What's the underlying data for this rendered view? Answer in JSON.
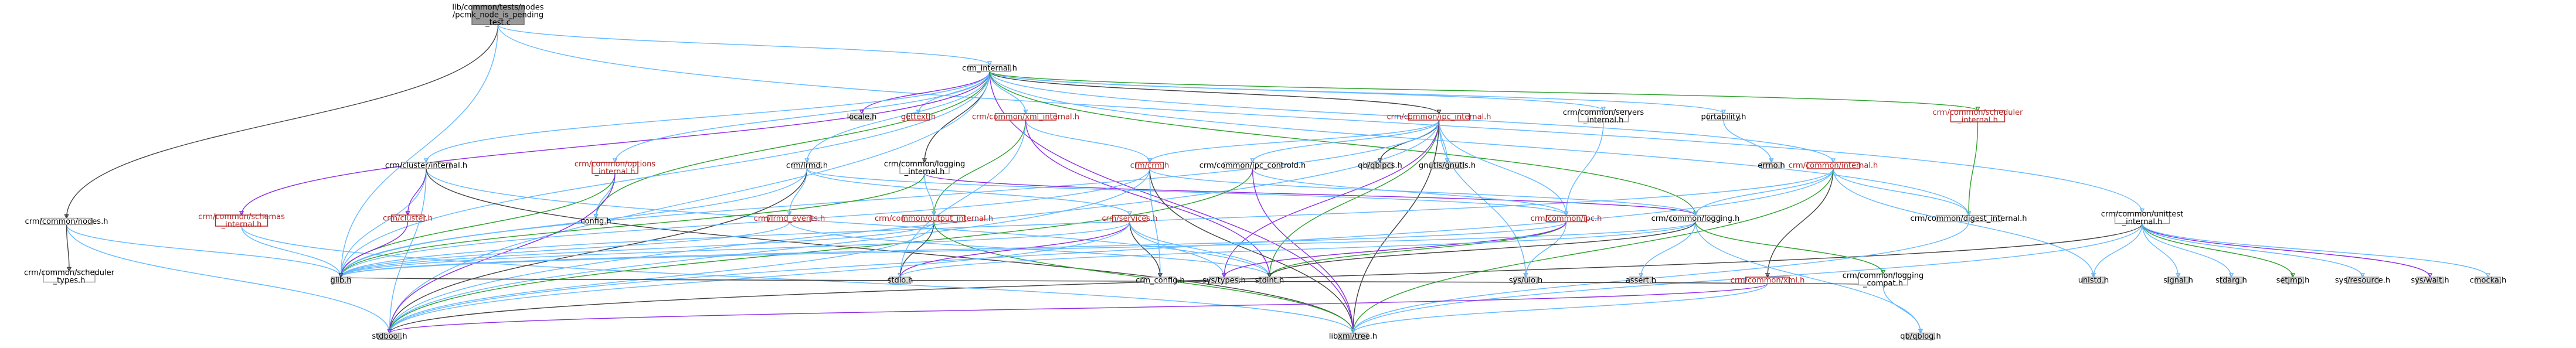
{
  "diagram": {
    "root": "lib/common/tests/nodes/pcmk_node_is_pending_test.c",
    "nodes": [
      {
        "id": "root",
        "lines": [
          "lib/common/tests/nodes",
          "/pcmk_node_is_pending",
          "_test.c"
        ],
        "kind": "root"
      },
      {
        "id": "crm_internal",
        "lines": [
          "crm_internal.h"
        ],
        "kind": "plain"
      },
      {
        "id": "nodes",
        "lines": [
          "crm/common/nodes.h"
        ],
        "kind": "plain"
      },
      {
        "id": "unittest",
        "lines": [
          "crm/common/unittest",
          "_internal.h"
        ],
        "kind": "plain"
      },
      {
        "id": "locale",
        "lines": [
          "locale.h"
        ],
        "kind": "sys"
      },
      {
        "id": "gettext",
        "lines": [
          "gettext.h"
        ],
        "kind": "red"
      },
      {
        "id": "xml_internal",
        "lines": [
          "crm/common/xml_internal.h"
        ],
        "kind": "red"
      },
      {
        "id": "ipc_internal",
        "lines": [
          "crm/common/ipc_internal.h"
        ],
        "kind": "red"
      },
      {
        "id": "servers",
        "lines": [
          "crm/common/servers",
          "_internal.h"
        ],
        "kind": "plain"
      },
      {
        "id": "portability",
        "lines": [
          "portability.h"
        ],
        "kind": "plain"
      },
      {
        "id": "sched_int",
        "lines": [
          "crm/common/scheduler",
          "_internal.h"
        ],
        "kind": "red"
      },
      {
        "id": "crm_cluster_internal",
        "lines": [
          "crm/cluster/internal.h"
        ],
        "kind": "plain"
      },
      {
        "id": "schemas",
        "lines": [
          "crm/common/schemas",
          "_internal.h"
        ],
        "kind": "red"
      },
      {
        "id": "options",
        "lines": [
          "crm/common/options",
          "_internal.h"
        ],
        "kind": "red"
      },
      {
        "id": "lrmd",
        "lines": [
          "crm/lrmd.h"
        ],
        "kind": "plain"
      },
      {
        "id": "logging_int",
        "lines": [
          "crm/common/logging",
          "_internal.h"
        ],
        "kind": "plain"
      },
      {
        "id": "crm_h",
        "lines": [
          "crm/crm.h"
        ],
        "kind": "red"
      },
      {
        "id": "ipc_controld",
        "lines": [
          "crm/common/ipc_controld.h"
        ],
        "kind": "plain"
      },
      {
        "id": "qb_ipcs",
        "lines": [
          "qb/qbipcs.h"
        ],
        "kind": "sys"
      },
      {
        "id": "gnutls",
        "lines": [
          "gnutls/gnutls.h"
        ],
        "kind": "sys"
      },
      {
        "id": "common_internal",
        "lines": [
          "crm/common/internal.h"
        ],
        "kind": "red"
      },
      {
        "id": "errno",
        "lines": [
          "errno.h"
        ],
        "kind": "sys"
      },
      {
        "id": "sched_types",
        "lines": [
          "crm/common/scheduler",
          "_types.h"
        ],
        "kind": "plain"
      },
      {
        "id": "cluster_h",
        "lines": [
          "crm/cluster.h"
        ],
        "kind": "red"
      },
      {
        "id": "config",
        "lines": [
          "config.h"
        ],
        "kind": "plain"
      },
      {
        "id": "lrmd_events",
        "lines": [
          "crm/lrmd_events.h"
        ],
        "kind": "red"
      },
      {
        "id": "output_int",
        "lines": [
          "crm/common/output_internal.h"
        ],
        "kind": "red"
      },
      {
        "id": "services",
        "lines": [
          "crm/services.h"
        ],
        "kind": "red"
      },
      {
        "id": "ipc_h",
        "lines": [
          "crm/common/ipc.h"
        ],
        "kind": "red"
      },
      {
        "id": "logging_h",
        "lines": [
          "crm/common/logging.h"
        ],
        "kind": "plain"
      },
      {
        "id": "digest",
        "lines": [
          "crm/common/digest_internal.h"
        ],
        "kind": "plain"
      },
      {
        "id": "glib",
        "lines": [
          "glib.h"
        ],
        "kind": "sys"
      },
      {
        "id": "stdio",
        "lines": [
          "stdio.h"
        ],
        "kind": "sys"
      },
      {
        "id": "crm_config",
        "lines": [
          "crm_config.h"
        ],
        "kind": "plain"
      },
      {
        "id": "sys_types",
        "lines": [
          "sys/types.h"
        ],
        "kind": "sys"
      },
      {
        "id": "stdint",
        "lines": [
          "stdint.h"
        ],
        "kind": "sys"
      },
      {
        "id": "sys_uio",
        "lines": [
          "sys/uio.h"
        ],
        "kind": "sys"
      },
      {
        "id": "assert",
        "lines": [
          "assert.h"
        ],
        "kind": "sys"
      },
      {
        "id": "xml_h",
        "lines": [
          "crm/common/xml.h"
        ],
        "kind": "red"
      },
      {
        "id": "logging_compat",
        "lines": [
          "crm/common/logging",
          "_compat.h"
        ],
        "kind": "plain"
      },
      {
        "id": "unistd",
        "lines": [
          "unistd.h"
        ],
        "kind": "sys"
      },
      {
        "id": "signal",
        "lines": [
          "signal.h"
        ],
        "kind": "sys"
      },
      {
        "id": "stdarg",
        "lines": [
          "stdarg.h"
        ],
        "kind": "sys"
      },
      {
        "id": "setjmp",
        "lines": [
          "setjmp.h"
        ],
        "kind": "sys"
      },
      {
        "id": "sys_resource",
        "lines": [
          "sys/resource.h"
        ],
        "kind": "sys"
      },
      {
        "id": "sys_wait",
        "lines": [
          "sys/wait.h"
        ],
        "kind": "sys"
      },
      {
        "id": "cmocka",
        "lines": [
          "cmocka.h"
        ],
        "kind": "sys"
      },
      {
        "id": "stdbool",
        "lines": [
          "stdbool.h"
        ],
        "kind": "sys"
      },
      {
        "id": "libxml",
        "lines": [
          "libxml/tree.h"
        ],
        "kind": "sys"
      },
      {
        "id": "qblog",
        "lines": [
          "qb/qblog.h"
        ],
        "kind": "sys"
      }
    ],
    "edges": [
      [
        "root",
        "crm_internal"
      ],
      [
        "root",
        "nodes"
      ],
      [
        "root",
        "unittest"
      ],
      [
        "root",
        "glib"
      ],
      [
        "crm_internal",
        "config"
      ],
      [
        "crm_internal",
        "glib"
      ],
      [
        "crm_internal",
        "locale"
      ],
      [
        "crm_internal",
        "gettext"
      ],
      [
        "crm_internal",
        "xml_internal"
      ],
      [
        "crm_internal",
        "ipc_internal"
      ],
      [
        "crm_internal",
        "servers"
      ],
      [
        "crm_internal",
        "portability"
      ],
      [
        "crm_internal",
        "sched_int"
      ],
      [
        "crm_internal",
        "crm_cluster_internal"
      ],
      [
        "crm_internal",
        "schemas"
      ],
      [
        "crm_internal",
        "options"
      ],
      [
        "crm_internal",
        "lrmd"
      ],
      [
        "crm_internal",
        "logging_int"
      ],
      [
        "crm_internal",
        "common_internal"
      ],
      [
        "crm_internal",
        "digest"
      ],
      [
        "crm_internal",
        "logging_h"
      ],
      [
        "crm_internal",
        "stdbool"
      ],
      [
        "crm_internal",
        "libxml"
      ],
      [
        "nodes",
        "stdbool"
      ],
      [
        "nodes",
        "glib"
      ],
      [
        "nodes",
        "sched_types"
      ],
      [
        "unittest",
        "signal"
      ],
      [
        "unittest",
        "stdarg"
      ],
      [
        "unittest",
        "setjmp"
      ],
      [
        "unittest",
        "sys_resource"
      ],
      [
        "unittest",
        "sys_wait"
      ],
      [
        "unittest",
        "cmocka"
      ],
      [
        "unittest",
        "unistd"
      ],
      [
        "unittest",
        "stdbool"
      ],
      [
        "unittest",
        "libxml"
      ],
      [
        "xml_internal",
        "crm_h"
      ],
      [
        "xml_internal",
        "output_int"
      ],
      [
        "xml_internal",
        "stdio"
      ],
      [
        "xml_internal",
        "stdint"
      ],
      [
        "ipc_internal",
        "crm_h"
      ],
      [
        "ipc_internal",
        "ipc_controld"
      ],
      [
        "ipc_internal",
        "qb_ipcs"
      ],
      [
        "ipc_internal",
        "gnutls"
      ],
      [
        "ipc_internal",
        "ipc_h"
      ],
      [
        "ipc_internal",
        "stdint"
      ],
      [
        "ipc_internal",
        "sys_uio"
      ],
      [
        "ipc_internal",
        "sys_types"
      ],
      [
        "ipc_internal",
        "stdbool"
      ],
      [
        "ipc_internal",
        "glib"
      ],
      [
        "ipc_internal",
        "libxml"
      ],
      [
        "servers",
        "ipc_h"
      ],
      [
        "portability",
        "errno"
      ],
      [
        "sched_int",
        "digest"
      ],
      [
        "crm_cluster_internal",
        "glib"
      ],
      [
        "crm_cluster_internal",
        "cluster_h"
      ],
      [
        "crm_cluster_internal",
        "stdint"
      ],
      [
        "crm_cluster_internal",
        "stdbool"
      ],
      [
        "crm_cluster_internal",
        "libxml"
      ],
      [
        "schemas",
        "glib"
      ],
      [
        "schemas",
        "libxml"
      ],
      [
        "options",
        "glib"
      ],
      [
        "options",
        "config"
      ],
      [
        "options",
        "stdbool"
      ],
      [
        "lrmd",
        "lrmd_events"
      ],
      [
        "lrmd",
        "services"
      ],
      [
        "lrmd",
        "stdbool"
      ],
      [
        "lrmd",
        "glib"
      ],
      [
        "lrmd",
        "ipc_h"
      ],
      [
        "logging_int",
        "glib"
      ],
      [
        "logging_int",
        "output_int"
      ],
      [
        "logging_int",
        "logging_h"
      ],
      [
        "crm_h",
        "crm_config"
      ],
      [
        "crm_h",
        "stdbool"
      ],
      [
        "crm_h",
        "libxml"
      ],
      [
        "crm_h",
        "glib"
      ],
      [
        "crm_h",
        "logging_h"
      ],
      [
        "ipc_controld",
        "stdbool"
      ],
      [
        "ipc_controld",
        "ipc_h"
      ],
      [
        "ipc_controld",
        "libxml"
      ],
      [
        "common_internal",
        "digest"
      ],
      [
        "common_internal",
        "logging_h"
      ],
      [
        "common_internal",
        "xml_h"
      ],
      [
        "common_internal",
        "unistd"
      ],
      [
        "common_internal",
        "stdbool"
      ],
      [
        "common_internal",
        "libxml"
      ],
      [
        "common_internal",
        "glib"
      ],
      [
        "cluster_h",
        "glib"
      ],
      [
        "lrmd_events",
        "glib"
      ],
      [
        "lrmd_events",
        "stdint"
      ],
      [
        "output_int",
        "stdio"
      ],
      [
        "output_int",
        "glib"
      ],
      [
        "output_int",
        "stdbool"
      ],
      [
        "output_int",
        "libxml"
      ],
      [
        "services",
        "glib"
      ],
      [
        "services",
        "stdio"
      ],
      [
        "services",
        "stdint"
      ],
      [
        "services",
        "sys_types"
      ],
      [
        "services",
        "crm_config"
      ],
      [
        "services",
        "stdbool"
      ],
      [
        "ipc_h",
        "sys_uio"
      ],
      [
        "ipc_h",
        "stdint"
      ],
      [
        "ipc_h",
        "glib"
      ],
      [
        "ipc_h",
        "sys_types"
      ],
      [
        "logging_h",
        "stdio"
      ],
      [
        "logging_h",
        "glib"
      ],
      [
        "logging_h",
        "stdint"
      ],
      [
        "logging_h",
        "assert"
      ],
      [
        "logging_h",
        "qblog"
      ],
      [
        "logging_h",
        "logging_compat"
      ],
      [
        "digest",
        "libxml"
      ],
      [
        "xml_h",
        "stdbool"
      ],
      [
        "xml_h",
        "libxml"
      ],
      [
        "logging_compat",
        "qblog"
      ],
      [
        "logging_compat",
        "glib"
      ]
    ]
  }
}
